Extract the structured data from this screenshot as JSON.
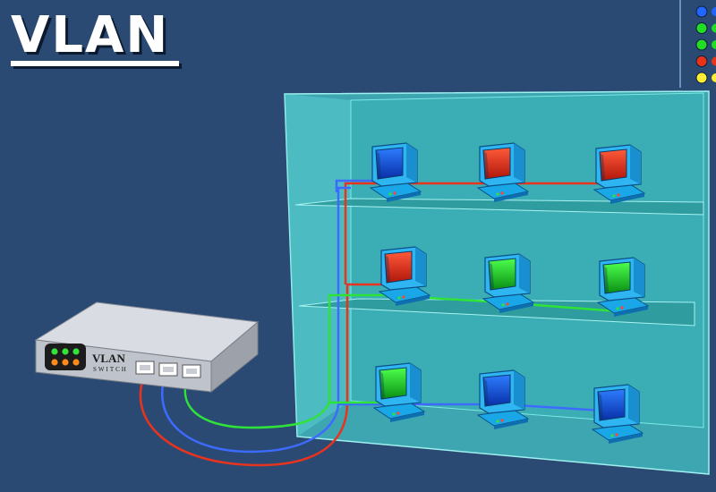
{
  "title": "VLAN",
  "switch": {
    "brand": "VLAN",
    "sub": "SWITCH"
  },
  "vlan_colors": {
    "red": "#e8331e",
    "blue": "#3d6bff",
    "green": "#2fe23a"
  },
  "legend_dots": [
    "blue",
    "green",
    "green",
    "red",
    "yellow"
  ],
  "computers": [
    {
      "shelf": 1,
      "col": 1,
      "vlan": "blue"
    },
    {
      "shelf": 1,
      "col": 2,
      "vlan": "red"
    },
    {
      "shelf": 1,
      "col": 3,
      "vlan": "red"
    },
    {
      "shelf": 2,
      "col": 1,
      "vlan": "red"
    },
    {
      "shelf": 2,
      "col": 2,
      "vlan": "green"
    },
    {
      "shelf": 2,
      "col": 3,
      "vlan": "green"
    },
    {
      "shelf": 3,
      "col": 1,
      "vlan": "green"
    },
    {
      "shelf": 3,
      "col": 2,
      "vlan": "blue"
    },
    {
      "shelf": 3,
      "col": 3,
      "vlan": "blue"
    }
  ]
}
